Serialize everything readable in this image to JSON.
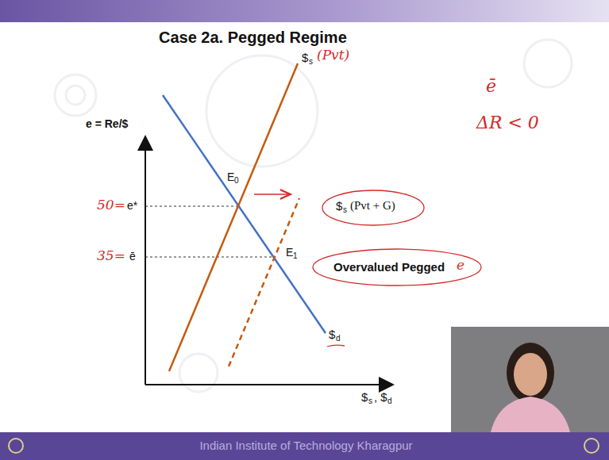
{
  "diagram": {
    "title": "Case 2a. Pegged Regime",
    "labels": [
      "e = Re/$",
      "$",
      "s",
      "(Pvt)",
      "$",
      "s",
      "(Pvt + G)",
      "E",
      "0",
      "E",
      "1",
      "50=",
      "e*",
      "35=",
      "ē",
      "Overvalued Pegged",
      "e",
      "$",
      "d",
      "$",
      "s",
      ", $",
      "d",
      "ē",
      "ΔR < 0",
      "Indian Institute of Technology Kharagpur"
    ]
  }
}
